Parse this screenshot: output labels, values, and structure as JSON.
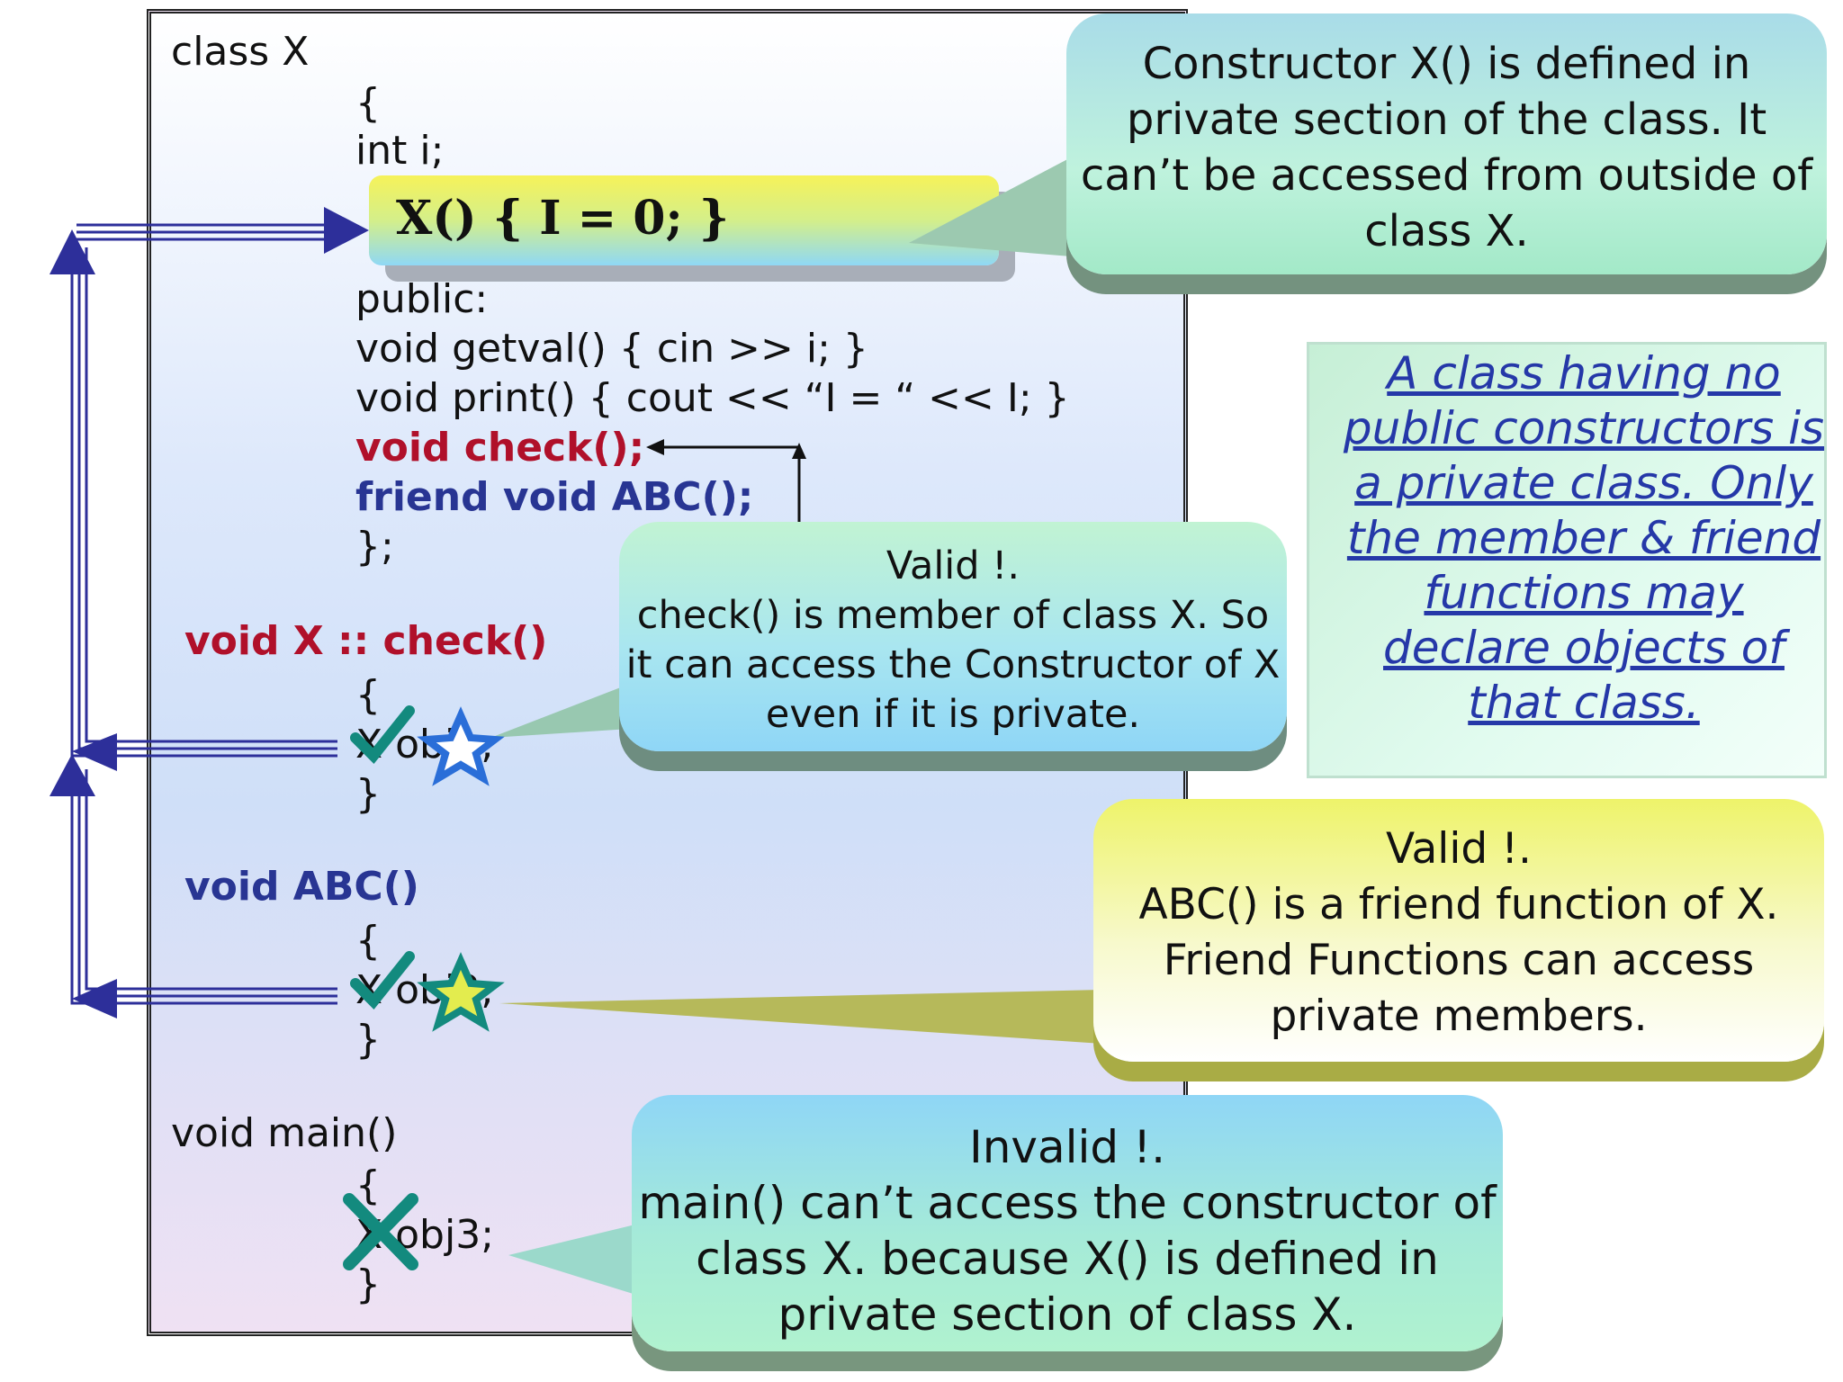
{
  "code": {
    "line_class": "class X",
    "line_open": "{",
    "line_int": "int i;",
    "ctor": "X() { I = 0; }",
    "line_public": "public:",
    "line_getval": "void getval() { cin >> i; }",
    "line_print": "void print() { cout << “I = “ << I; }",
    "line_check_decl": "void check();",
    "line_friend": "friend void ABC();",
    "line_close": "};",
    "check_def": "void X :: check()",
    "check_open": "{",
    "check_body": "X obj1;",
    "check_close": "}",
    "abc_def": "void ABC()",
    "abc_open": "{",
    "abc_body": "X obj2;",
    "abc_close": "}",
    "main_def": "void main()",
    "main_open": "{",
    "main_body": "X obj3;",
    "main_close": "}"
  },
  "callouts": {
    "constructor": [
      "Constructor X() is defined in",
      "private section of the class. It",
      "can’t be accessed from outside of",
      "class X."
    ],
    "check_valid": [
      "Valid !.",
      "check() is member of class X.  So",
      "it can access the Constructor of X",
      "even if it is private."
    ],
    "abc_valid": [
      "Valid !.",
      "ABC() is a friend function of X.",
      "Friend Functions can access",
      "private members."
    ],
    "main_invalid": [
      "Invalid !.",
      "main() can’t access the constructor of",
      "class X. because X() is defined in",
      "private section of class X."
    ]
  },
  "note": [
    "A class having no",
    "public constructors is",
    "a private class. Only",
    "the member & friend",
    "functions  may",
    "declare objects of",
    "that class."
  ],
  "colors": {
    "member_red": "#b0102a",
    "friend_blue": "#283593",
    "check_mark": "#138a7e",
    "arrow_navy": "#2d2f9a"
  }
}
